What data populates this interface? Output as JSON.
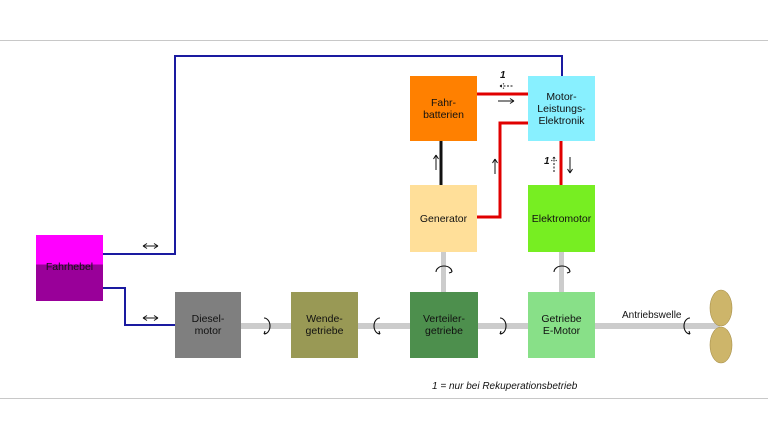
{
  "diagram": {
    "boxes": {
      "fahrhebel": "Fahrhebel",
      "dieselmotor": "Diesel-\nmotor",
      "wendegetriebe": "Wende-\ngetriebe",
      "verteilergetriebe": "Verteiler-\ngetriebe",
      "getriebe_emotor": "Getriebe\nE-Motor",
      "generator": "Generator",
      "elektromotor": "Elektromotor",
      "fahrbatterien": "Fahr-\nbatterien",
      "motor_leistungs_elektronik": "Motor-\nLeistungs-\nElektronik"
    },
    "labels": {
      "antriebswelle": "Antriebswelle",
      "marker_top": "1",
      "marker_side": "1",
      "footnote": "1 = nur bei Rekuperationsbetrieb"
    },
    "colors": {
      "fahrhebel_top": "#ff00ff",
      "fahrhebel_bottom": "#990099",
      "dieselmotor": "#7f7f7f",
      "wendegetriebe": "#999955",
      "verteilergetriebe": "#4d8f4d",
      "getriebe_emotor": "#88e088",
      "generator": "#ffdf99",
      "elektromotor": "#77ee22",
      "fahrbatterien": "#ff8000",
      "motor_leistungs_elektronik": "#88f0ff",
      "control_line": "#1a1aa0",
      "power_line": "#e00000",
      "shaft": "#cccccc",
      "propeller": "#cdb56a"
    }
  }
}
